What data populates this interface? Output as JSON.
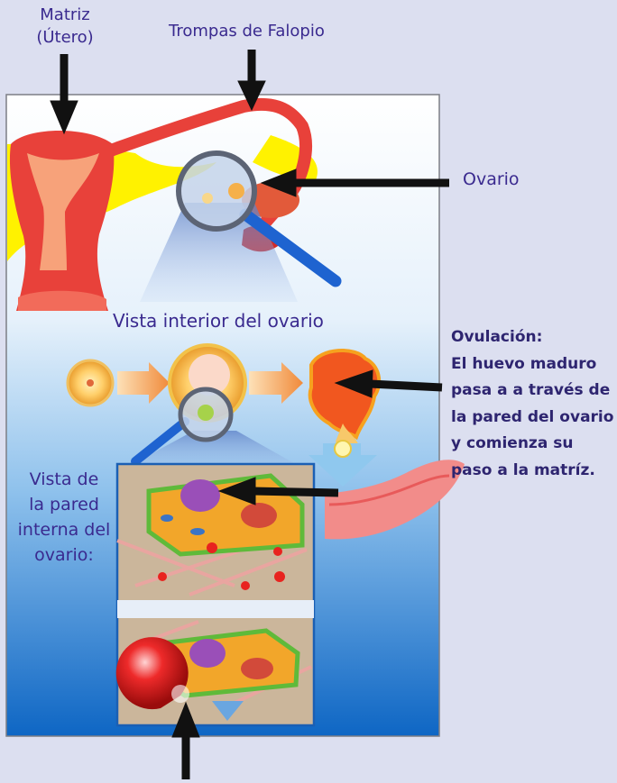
{
  "labels": {
    "matriz_line1": "Matriz",
    "matriz_line2": "(Útero)",
    "trompas": "Trompas de Falopio",
    "ovario": "Ovario",
    "vista_interior": "Vista interior del ovario",
    "ovulacion_title": "Ovulación:",
    "ovulacion_lines": [
      "El huevo maduro",
      "pasa a a través de",
      "la pared del ovario",
      "y comienza su",
      "paso a la matríz."
    ],
    "pared_lines": [
      "Vista de",
      "la pared",
      "interna del",
      "ovario:"
    ]
  },
  "colors": {
    "page_background": "#dcdff0",
    "label_text": "#3a2a8f",
    "uterus_red": "#e8413a",
    "tissue_yellow": "#fff200",
    "panel_blue": "#1a72c8",
    "arrow": "#111111"
  }
}
